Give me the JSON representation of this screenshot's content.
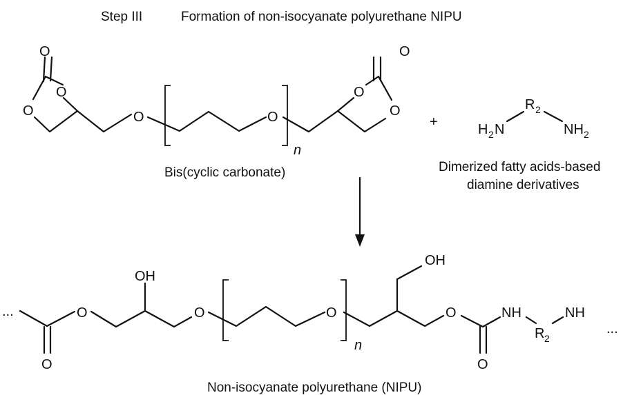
{
  "header": {
    "step": "Step III",
    "title": "Formation of non-isocyanate polyurethane NIPU"
  },
  "atoms": {
    "oxygen": "O",
    "hydroxyl": "OH",
    "amine_nh": "NH",
    "n_left": "N",
    "h": "H",
    "r": "R",
    "sub2": "2",
    "repeat_n": "n",
    "ellipsis": "...",
    "plus": "+"
  },
  "labels": {
    "bis_carbonate": "Bis(cyclic carbonate)",
    "diamine_line1": "Dimerized fatty acids-based",
    "diamine_line2": "diamine derivatives",
    "product": "Non-isocyanate polyurethane (NIPU)"
  }
}
